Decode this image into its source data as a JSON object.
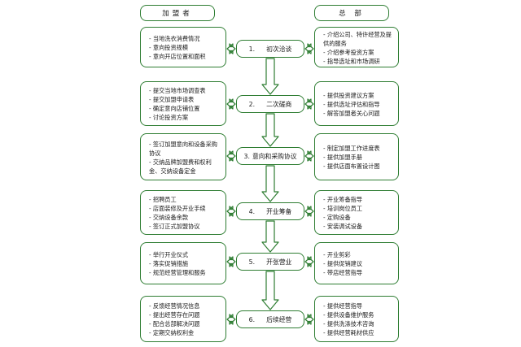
{
  "headers": {
    "left": "加盟者",
    "right": "总 部"
  },
  "rows": [
    {
      "step": {
        "num": "1.",
        "label": "初次洽谈"
      },
      "left": [
        "当地洗衣消费情况",
        "意向投资规模",
        "意向开店位置和面积"
      ],
      "right": [
        "介绍公司、特许经营及提供的服务",
        "介绍参考投资方案",
        "指导选址和市场调研"
      ]
    },
    {
      "step": {
        "num": "2.",
        "label": "二次磋商"
      },
      "left": [
        "提交当地市场调查表",
        "提交加盟申请表",
        "确定意向店铺位置",
        "讨论投资方案"
      ],
      "right": [
        "提供投资建议方案",
        "提供选址评估和指导",
        "解答加盟者关心问题"
      ]
    },
    {
      "step": {
        "num": "3.",
        "label": "意向和采购协议"
      },
      "left": [
        "签订加盟意向和设备采购协议",
        "交纳品牌加盟费和权利金、交纳设备定金"
      ],
      "right": [
        "制定加盟工作进度表",
        "提供加盟手册",
        "提供店面布置设计图"
      ]
    },
    {
      "step": {
        "num": "4.",
        "label": "开业筹备"
      },
      "left": [
        "招聘员工",
        "店面装修及开业手续",
        "交纳设备余款",
        "签订正式加盟协议"
      ],
      "right": [
        "开业筹备指导",
        "培训岗位员工",
        "定购设备",
        "安装调试设备"
      ]
    },
    {
      "step": {
        "num": "5.",
        "label": "开张营业"
      },
      "left": [
        "举行开业仪式",
        "落实促销措施",
        "规范经营管理和服务"
      ],
      "right": [
        "开业剪彩",
        "提供促销建议",
        "带店经营指导"
      ]
    },
    {
      "step": {
        "num": "6.",
        "label": "后续经营"
      },
      "left": [
        "反馈经营情况信息",
        "提出经营存在问题",
        "配合总部解决问题",
        "定期交纳权利金"
      ],
      "right": [
        "提供经营指导",
        "提供设备维护服务",
        "提供洗涤技术咨询",
        "提供经营耗材供应"
      ]
    }
  ],
  "colors": {
    "border": "#2e7d32",
    "arrow_fill": "#ffffff"
  }
}
